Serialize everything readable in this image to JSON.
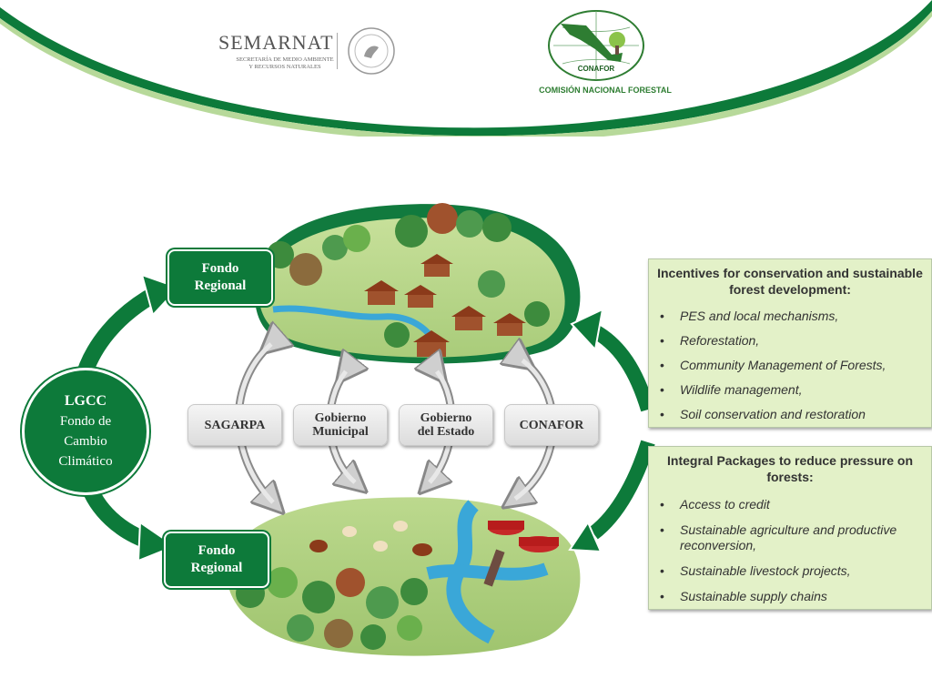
{
  "header": {
    "semarnat": {
      "title": "SEMARNAT",
      "subtitle": "SECRETARÍA DE MEDIO AMBIENTE Y RECURSOS NATURALES"
    },
    "conafor": {
      "circle_label": "CONAFOR",
      "name": "COMISIÓN NACIONAL FORESTAL"
    },
    "colors": {
      "green": "#0d7a3a",
      "light_green": "#e3f1c8"
    }
  },
  "diagram": {
    "lgcc": {
      "title": "LGCC",
      "subtitle": "Fondo de Cambio Climático"
    },
    "fondo_top": "Fondo\nRegional",
    "fondo_bottom": "Fondo\nRegional",
    "agencies": [
      "SAGARPA",
      "Gobierno\nMunicipal",
      "Gobierno\ndel Estado",
      "CONAFOR"
    ]
  },
  "panels": {
    "incentives": {
      "title": "Incentives for conservation and sustainable forest development:",
      "items": [
        "PES and local mechanisms,",
        "Reforestation,",
        "Community Management of Forests,",
        "Wildlife management,",
        "Soil conservation and restoration"
      ]
    },
    "integral": {
      "title": "Integral Packages to reduce pressure on forests:",
      "items": [
        "Access to credit",
        "Sustainable agriculture and productive reconversion,",
        "Sustainable livestock projects,",
        "Sustainable supply chains"
      ]
    }
  }
}
